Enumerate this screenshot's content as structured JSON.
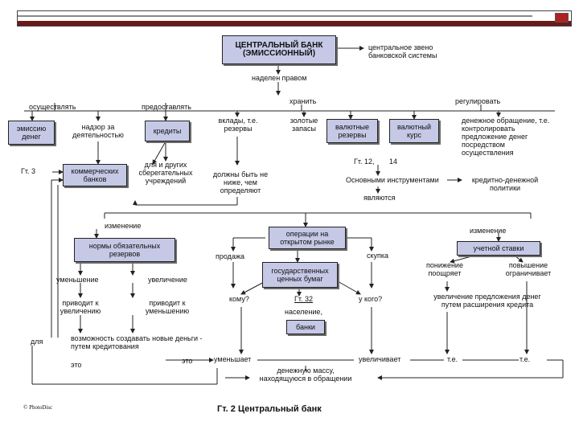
{
  "central_bank": "ЦЕНТРАЛЬНЫЙ БАНК (ЭМИССИОННЫЙ)",
  "central_link": "центральное звено банковской системы",
  "endowed": "наделен правом",
  "store": "хранить",
  "regulate": "регулировать",
  "implement": "осуществлять",
  "provide": "предоставлять",
  "emission": "эмиссию денег",
  "supervision": "надзор за деятельностью",
  "credits": "кредиты",
  "deposits_reserves": "вклады, т.е. резервы",
  "gold_reserves": "золотые запасы",
  "currency_reserves": "валютные резервы",
  "exchange_rate": "валютный курс",
  "money_circulation": "денежное обращение, т.е. контролировать предложение денег посредством осуществления",
  "ref3": "Гт. 3",
  "commercial_banks": "коммерческих банков",
  "for_others": "для и других сберегательных учреждений",
  "must_be_not_lower": "должны быть не ниже, чем определяют",
  "ref12": "Гт. 12,",
  "ref14": "14",
  "main_tools": "Основными инструментами",
  "credit_policy": "кредитно-денежной политики",
  "are": "являются",
  "change_left": "изменение",
  "change_right": "изменение",
  "reserve_norms": "нормы обязательных резервов",
  "open_market": "операции на открытом рынке",
  "discount_rate": "учетной ставки",
  "sale": "продажа",
  "purchase": "скупка",
  "decrease_encourages": "понижение поощряет",
  "increase_limits": "повышение ограничивает",
  "decrease": "уменьшение",
  "increase": "увеличение",
  "gov_securities": "государственных ценных бумаг",
  "to_whom": "кому?",
  "ref32": "Гт. 32",
  "from_whom": "у кого?",
  "population": "население,",
  "banks": "банки",
  "leads_increase": "приводит к увеличению",
  "leads_decrease": "приводит к уменьшению",
  "supply_increase": "увеличение предложения денег путем расширения кредита",
  "for_label": "для",
  "possibility": "возможность создавать новые деньги - путем кредитования",
  "this_left": "это",
  "this_mid": "это",
  "reduces": "уменьшает",
  "increases": "увеличивает",
  "ie_left": "т.е.",
  "ie_right": "т.е.",
  "money_mass": "денежную массу, находящуюся в обращении",
  "caption": "Гт. 2 Центральный банк",
  "logo": "© PhotoDisc",
  "accent_color": "#c5c9e6",
  "bar_color": "#6b1a1a"
}
